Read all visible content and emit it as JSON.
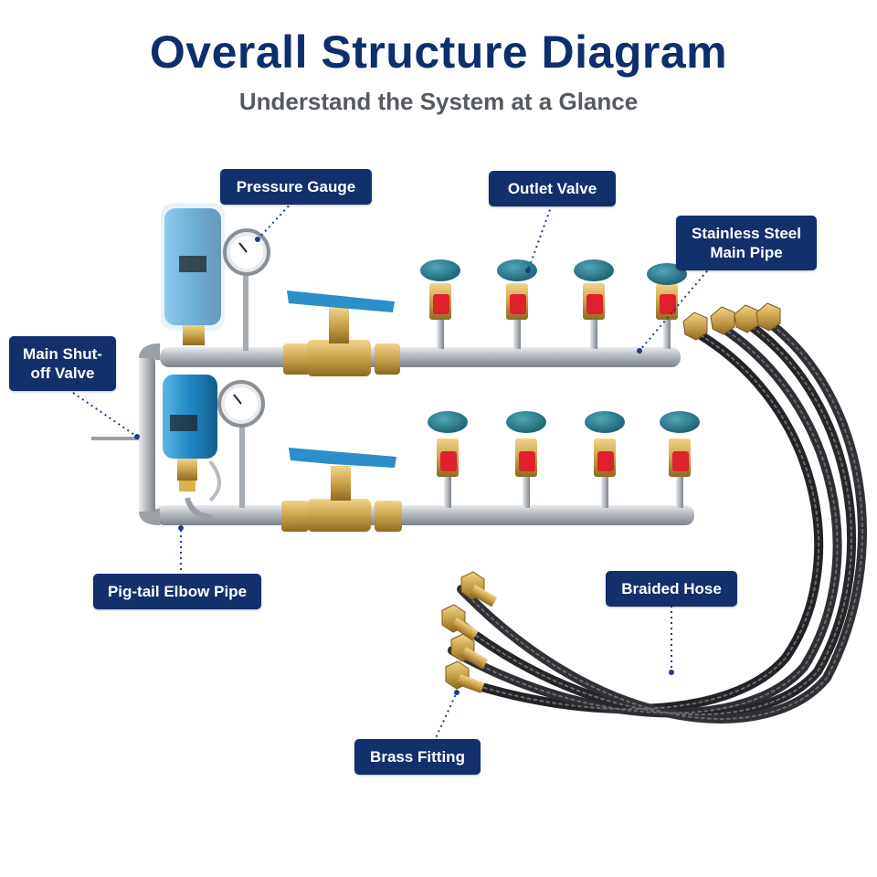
{
  "header": {
    "title": "Overall Structure Diagram",
    "subtitle": "Understand the System at a Glance"
  },
  "labels": {
    "pressure_gauge": "Pressure Gauge",
    "outlet_valve": "Outlet Valve",
    "stainless_main_pipe": "Stainless Steel\nMain Pipe",
    "main_shutoff_valve": "Main Shut-\noff Valve",
    "pigtail_elbow_pipe": "Pig-tail Elbow Pipe",
    "braided_hose": "Braided Hose",
    "brass_fitting": "Brass Fitting"
  },
  "colors": {
    "label_bg": "#12306b",
    "title": "#0f2e6e",
    "subtitle": "#555a60",
    "steel": "#b9bec4",
    "brass": "#c9a24a",
    "valve_blue": "#1f87c4",
    "handle_red": "#e0202a",
    "hose": "#2c2c30"
  }
}
